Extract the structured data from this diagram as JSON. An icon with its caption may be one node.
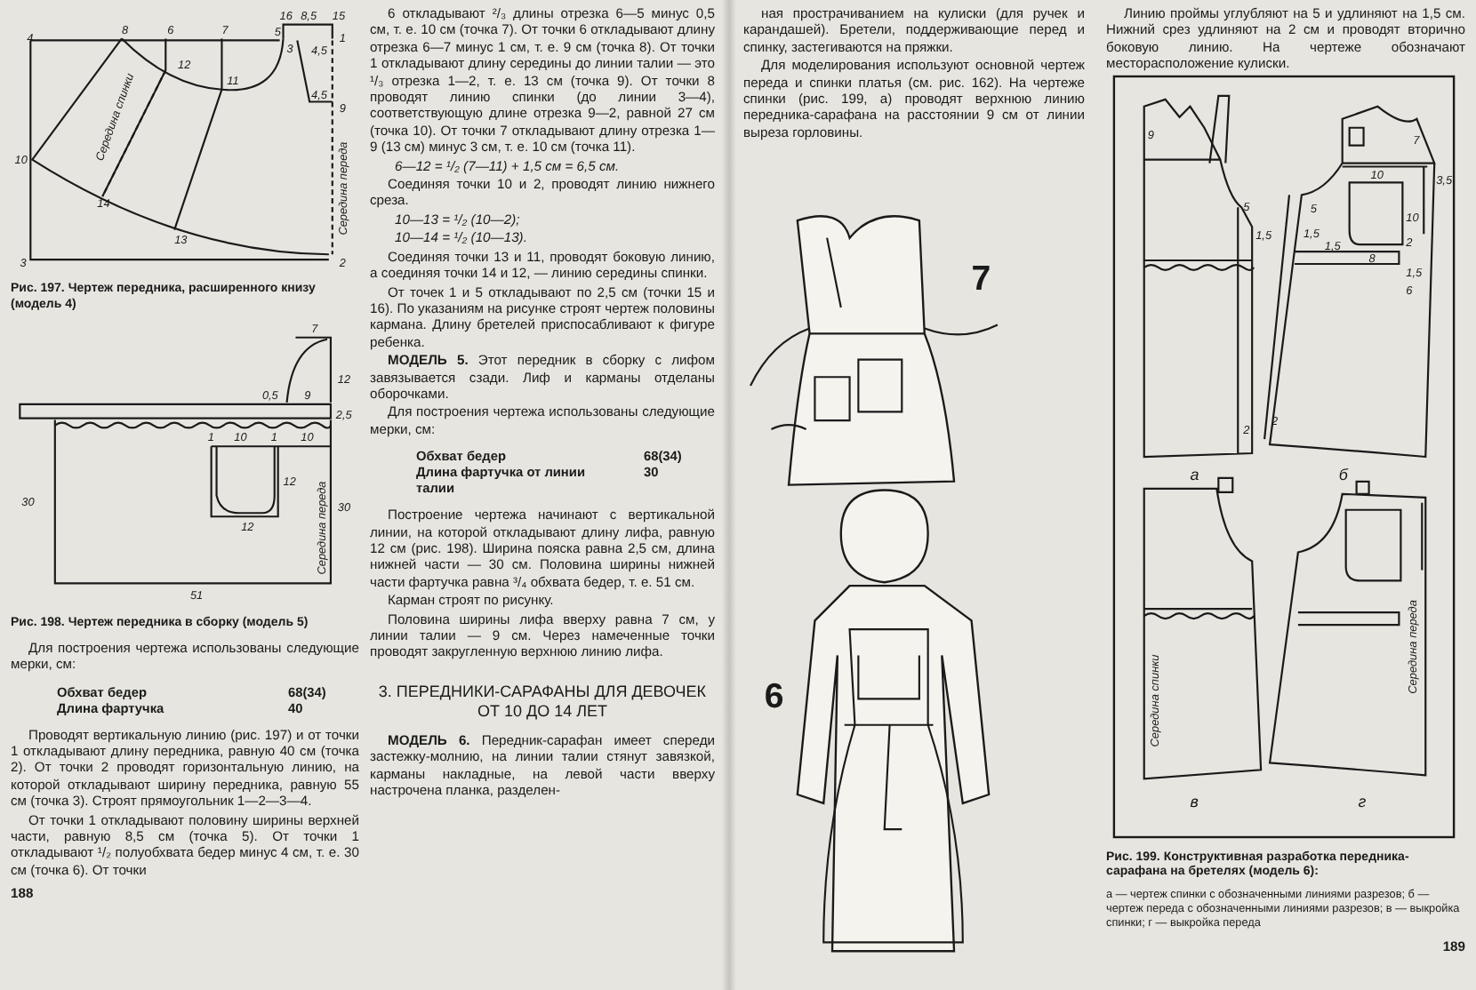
{
  "diagram": {
    "labels": [
      "4",
      "8",
      "6",
      "7",
      "5",
      "16",
      "8,5",
      "15",
      "3",
      "1",
      "4,5",
      "12",
      "11",
      "4,5",
      "9",
      "10",
      "Середина спинки",
      "14",
      "13",
      "Середина переда",
      "3",
      "2",
      "Рис. 197. Чертеж передника, расширенного книзу (модель 4)",
      "7",
      "12",
      "0,5",
      "9",
      "2,5",
      "1",
      "10",
      "1",
      "10",
      "12",
      "30",
      "12",
      "30",
      "Середина переда",
      "51",
      "Рис. 198. Чертеж передника в сборку (модель 5)",
      "Для построения чертежа использованы следующие мерки, см:",
      "Обхват бедер",
      "68(34)",
      "Длина фартучка",
      "40",
      "Проводят вертикальную линию (рис. 197) и от точки 1 откладывают длину передника, равную 40 см (точка 2). От точки 2 проводят горизонтальную линию, на которой откладывают ширину передника, равную 55 см (точка 3). Строят прямоугольник 1—2—3—4.",
      "От точки 1 откладывают половину ширины верхней части, равную 8,5 см (точка 5). От точки 1 откладывают ¹/₂ полуобхвата бедер минус 4 см, т. е. 30 см (точка 6). От точки",
      "188",
      "6 откладывают ²/₃ длины отрезка 6—5 минус 0,5 см, т. е. 10 см (точка 7). От точки 6 откладывают длину отрезка 6—7 минус 1 см, т. е. 9 см (точка 8). От точки 1 откладывают длину середины до линии талии — это ¹/₃ отрезка 1—2, т. е. 13 см (точка 9). От точки 8 проводят линию спинки (до линии 3—4), соответствующую длине отрезка 9—2, равной 27 см (точка 10). От точки 7 откладывают длину отрезка 1—9 (13 см) минус 3 см, т. е. 10 см (точка 11).",
      "6—12 = ¹/₂ (7—11) + 1,5 см = 6,5 см.",
      "Соединяя точки 10 и 2, проводят линию нижнего среза.",
      "10—13 = ¹/₂ (10—2);",
      "10—14 = ¹/₂ (10—13).",
      "Соединяя точки 13 и 11, проводят боковую линию, а соединяя точки 14 и 12, — линию середины спинки.",
      "От точек 1 и 5 откладывают по 2,5 см (точки 15 и 16). По указаниям на рисунке строят чертеж половины кармана. Длину бретелей приспосабливают к фигуре ребенка.",
      "**МОДЕЛЬ 5.** Этот передник в сборку с лифом завязывается сзади. Лиф и карманы отделаны оборочками.",
      "Для построения чертежа использованы следующие мерки, см:",
      "Обхват бедер",
      "68(34)",
      "Длина фартучка от линии талии",
      "30",
      "Построение чертежа начинают с вертикальной линии, на которой откладывают длину лифа, равную 12 см (рис. 198). Ширина пояска равна 2,5 см, длина нижней части — 30 см. Половина ширины нижней части фартучка равна ³/₄ обхвата бедер, т. е. 51 см.",
      "Карман строят по рисунку.",
      "Половина ширины лифа вверху равна 7 см, у линии талии — 9 см. Через намеченные точки проводят закругленную верхнюю линию лифа.",
      "3. ПЕРЕДНИКИ-САРАФАНЫ ДЛЯ ДЕВОЧЕК ОТ 10 ДО 14 ЛЕТ",
      "**МОДЕЛЬ 6.** Передник-сарафан имеет спереди застежку-молнию, на линии талии стянут завязкой, карманы накладные, на левой части вверху настрочена планка, разделен-",
      "ная прострачиванием на кулиски (для ручек и карандашей). Бретели, поддерживающие перед и спинку, застегиваются на пряжки.",
      "Для моделирования используют основной чертеж переда и спинки платья (см. рис. 162). На чертеже спинки (рис. 199, а) проводят верхнюю линию передника-сарафана на расстоянии 9 см от линии выреза горловины.",
      "7",
      "6",
      "Линию проймы углубляют на 5 и удлиняют на 1,5 см. Нижний срез удлиняют на 2 см и проводят вторично боковую линию. На чертеже обозначают месторасположение кулиски.",
      "9",
      "5",
      "1,5",
      "2",
      "а",
      "7",
      "10",
      "3,5",
      "5",
      "1,5",
      "10",
      "1,5",
      "2",
      "8",
      "1,5",
      "6",
      "2",
      "б",
      "Середина спинки",
      "в",
      "Середина переда",
      "г",
      "Рис. 199. Конструктивная разработка передника-сарафана на бретелях (модель 6):",
      "а — чертеж спинки с обозначенными линиями разрезов; б — чертеж переда с обозначенными линиями разрезов; в — выкройка спинки; г — выкройка переда",
      "189"
    ]
  }
}
